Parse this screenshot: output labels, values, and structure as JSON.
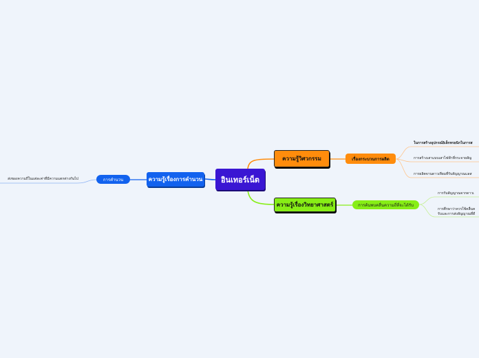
{
  "mindmap": {
    "central": "อินเทอร์เน็ต",
    "branches": {
      "engineering": {
        "title": "ความรู้วิศวกรรม",
        "child": "เรื่องกระบวนการผลิต",
        "leaves": [
          "ในการสร้างอุปกรณ์อิเล็กทรอนิกในการส",
          "การสร้างเสาแบบเสาไฟฟ้าที่กระจายสัญ",
          "การผลิตจานดาวเทียมที่รับสัญญาณแลส"
        ]
      },
      "science": {
        "title": "ความรู้เรื่องวิทยาศาสตร์",
        "child": "การค้นพบคลื่นความถี่ที่จะได้รับ",
        "leaves": [
          "การรับสัญญาณจากดาวเ",
          "การศึกษาว่าควรใช้คลื่นค",
          "รับและการส่งสัญญาณที่ดี"
        ]
      },
      "calculation": {
        "title": "ความรู้เรื่องการคำนวน",
        "child": "การคำนวน",
        "leaves": [
          "ส่งของความถี่ในแต่ละค่าที่มีความแตกต่างกันไป"
        ]
      }
    }
  },
  "colors": {
    "background": "#eff4fb",
    "central": "#3a16d3",
    "engineering": "#ff8c0c",
    "science": "#87ee16",
    "calculation": "#1262ee"
  }
}
